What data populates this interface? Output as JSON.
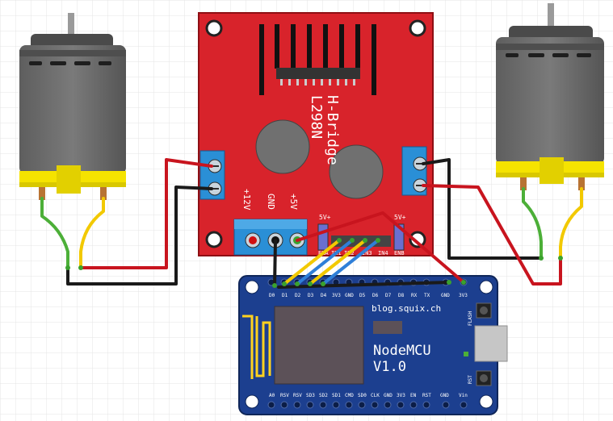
{
  "hbridge": {
    "title": "L298N",
    "subtitle": "H-Bridge",
    "power_labels": [
      "+12V",
      "GND",
      "+5V"
    ],
    "jumper_label": "5V+",
    "pin_labels": [
      "ENA",
      "IN1",
      "IN2",
      "IN3",
      "IN4",
      "ENB"
    ]
  },
  "mcu": {
    "title": "NodeMCU",
    "version": "V1.0",
    "website": "blog.squix.ch",
    "flash_label": "FLASH",
    "reset_label": "RST",
    "top_pins": [
      "D0",
      "D1",
      "D2",
      "D3",
      "D4",
      "3V3",
      "GND",
      "D5",
      "D6",
      "D7",
      "D8",
      "RX",
      "TX",
      "GND",
      "3V3"
    ],
    "bottom_pins": [
      "A0",
      "RSV",
      "RSV",
      "SD3",
      "SD2",
      "SD1",
      "CMD",
      "SD0",
      "CLK",
      "GND",
      "3V3",
      "EN",
      "RST",
      "GND",
      "Vin"
    ]
  },
  "colors": {
    "background": "#ffffff",
    "grid": "#e4e4e4",
    "board_red": "#d8232b",
    "board_blue": "#1c3f8f",
    "terminal_blue": "#2a8fd6",
    "motor_gray": "#6b6b6b",
    "motor_yellow": "#f5e300",
    "wire_red": "#c8141e",
    "wire_black": "#1a1a1a",
    "wire_green": "#4caf38",
    "wire_yellow": "#f2c900",
    "wire_blue": "#2f7fd8"
  },
  "icons": {
    "left_motor": "dc-motor-icon",
    "right_motor": "dc-motor-icon",
    "antenna": "antenna-icon",
    "heatsink": "heatsink-icon"
  }
}
